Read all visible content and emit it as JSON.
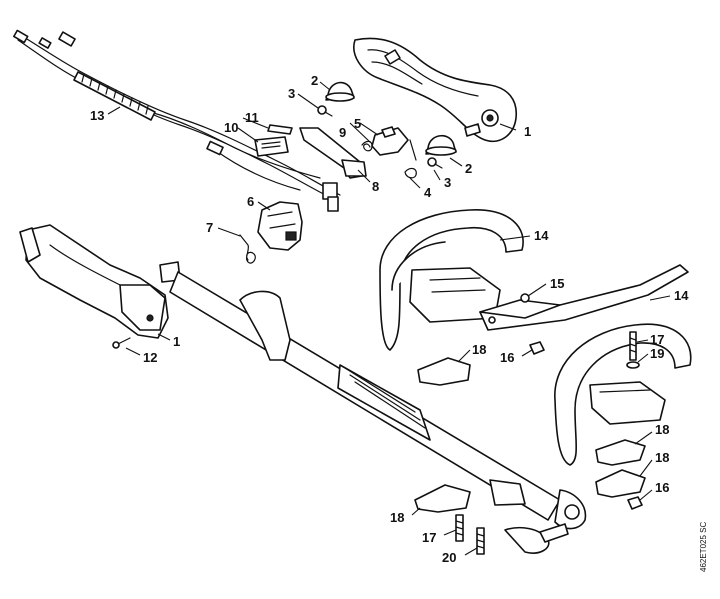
{
  "callouts": [
    {
      "id": "c1a",
      "text": "1"
    },
    {
      "id": "c1b",
      "text": "1"
    },
    {
      "id": "c2a",
      "text": "2"
    },
    {
      "id": "c2b",
      "text": "2"
    },
    {
      "id": "c3a",
      "text": "3"
    },
    {
      "id": "c3b",
      "text": "3"
    },
    {
      "id": "c4",
      "text": "4"
    },
    {
      "id": "c5",
      "text": "5"
    },
    {
      "id": "c6",
      "text": "6"
    },
    {
      "id": "c7",
      "text": "7"
    },
    {
      "id": "c8",
      "text": "8"
    },
    {
      "id": "c9",
      "text": "9"
    },
    {
      "id": "c10",
      "text": "10"
    },
    {
      "id": "c11",
      "text": "11"
    },
    {
      "id": "c12",
      "text": "12"
    },
    {
      "id": "c13",
      "text": "13"
    },
    {
      "id": "c14a",
      "text": "14"
    },
    {
      "id": "c14b",
      "text": "14"
    },
    {
      "id": "c15",
      "text": "15"
    },
    {
      "id": "c16a",
      "text": "16"
    },
    {
      "id": "c16b",
      "text": "16"
    },
    {
      "id": "c17a",
      "text": "17"
    },
    {
      "id": "c17b",
      "text": "17"
    },
    {
      "id": "c18a",
      "text": "18"
    },
    {
      "id": "c18b",
      "text": "18"
    },
    {
      "id": "c18c",
      "text": "18"
    },
    {
      "id": "c18d",
      "text": "18"
    },
    {
      "id": "c19",
      "text": "19"
    },
    {
      "id": "c20",
      "text": "20"
    }
  ],
  "reference_code": "462ET025 SC"
}
